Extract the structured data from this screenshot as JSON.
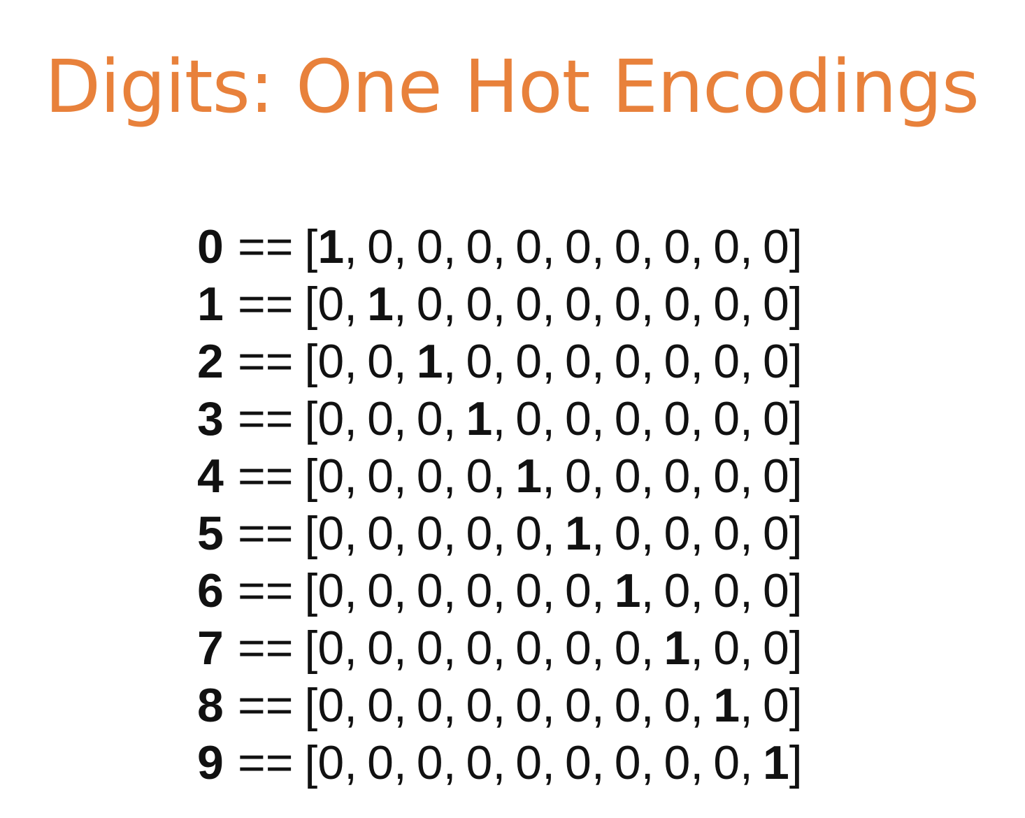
{
  "title": "Digits: One Hot Encodings",
  "operator": "==",
  "open_bracket": "[",
  "close_bracket": "]",
  "separator": ",",
  "rows": [
    {
      "digit": "0",
      "vector": [
        "1",
        "0",
        "0",
        "0",
        "0",
        "0",
        "0",
        "0",
        "0",
        "0"
      ],
      "hot_index": 0
    },
    {
      "digit": "1",
      "vector": [
        "0",
        "1",
        "0",
        "0",
        "0",
        "0",
        "0",
        "0",
        "0",
        "0"
      ],
      "hot_index": 1
    },
    {
      "digit": "2",
      "vector": [
        "0",
        "0",
        "1",
        "0",
        "0",
        "0",
        "0",
        "0",
        "0",
        "0"
      ],
      "hot_index": 2
    },
    {
      "digit": "3",
      "vector": [
        "0",
        "0",
        "0",
        "1",
        "0",
        "0",
        "0",
        "0",
        "0",
        "0"
      ],
      "hot_index": 3
    },
    {
      "digit": "4",
      "vector": [
        "0",
        "0",
        "0",
        "0",
        "1",
        "0",
        "0",
        "0",
        "0",
        "0"
      ],
      "hot_index": 4
    },
    {
      "digit": "5",
      "vector": [
        "0",
        "0",
        "0",
        "0",
        "0",
        "1",
        "0",
        "0",
        "0",
        "0"
      ],
      "hot_index": 5
    },
    {
      "digit": "6",
      "vector": [
        "0",
        "0",
        "0",
        "0",
        "0",
        "0",
        "1",
        "0",
        "0",
        "0"
      ],
      "hot_index": 6
    },
    {
      "digit": "7",
      "vector": [
        "0",
        "0",
        "0",
        "0",
        "0",
        "0",
        "0",
        "1",
        "0",
        "0"
      ],
      "hot_index": 7
    },
    {
      "digit": "8",
      "vector": [
        "0",
        "0",
        "0",
        "0",
        "0",
        "0",
        "0",
        "0",
        "1",
        "0"
      ],
      "hot_index": 8
    },
    {
      "digit": "9",
      "vector": [
        "0",
        "0",
        "0",
        "0",
        "0",
        "0",
        "0",
        "0",
        "0",
        "1"
      ],
      "hot_index": 9
    }
  ],
  "colors": {
    "title": "#e8813b",
    "text": "#111111",
    "background": "#ffffff"
  }
}
